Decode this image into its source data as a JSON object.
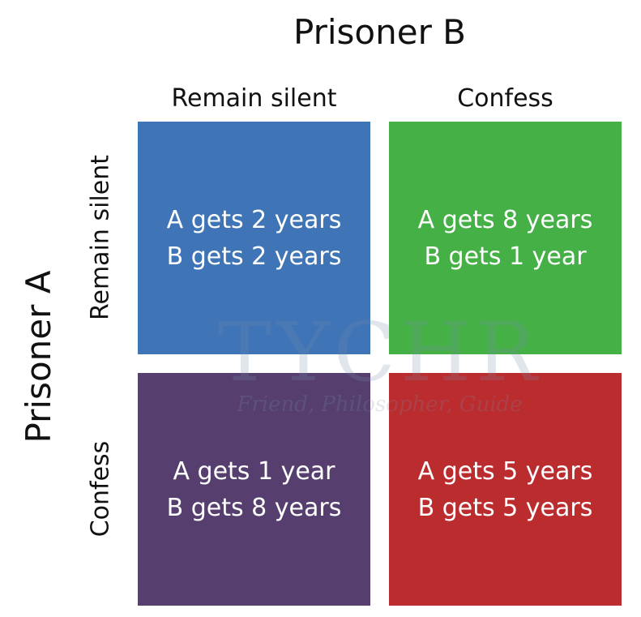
{
  "title_top": "Prisoner B",
  "title_left": "Prisoner A",
  "columns": [
    "Remain silent",
    "Confess"
  ],
  "rows": [
    "Remain silent",
    "Confess"
  ],
  "cells": [
    {
      "line1": "A gets 2 years",
      "line2": "B gets 2 years",
      "color": "#3f74b6"
    },
    {
      "line1": "A gets 8 years",
      "line2": "B gets 1 year",
      "color": "#45b046"
    },
    {
      "line1": "A gets 1 year",
      "line2": "B gets 8 years",
      "color": "#563f6f"
    },
    {
      "line1": "A gets 5 years",
      "line2": "B gets 5 years",
      "color": "#bb2c2f"
    }
  ],
  "watermark": {
    "name": "TYCHR",
    "tagline": "Friend, Philosopher, Guide"
  }
}
